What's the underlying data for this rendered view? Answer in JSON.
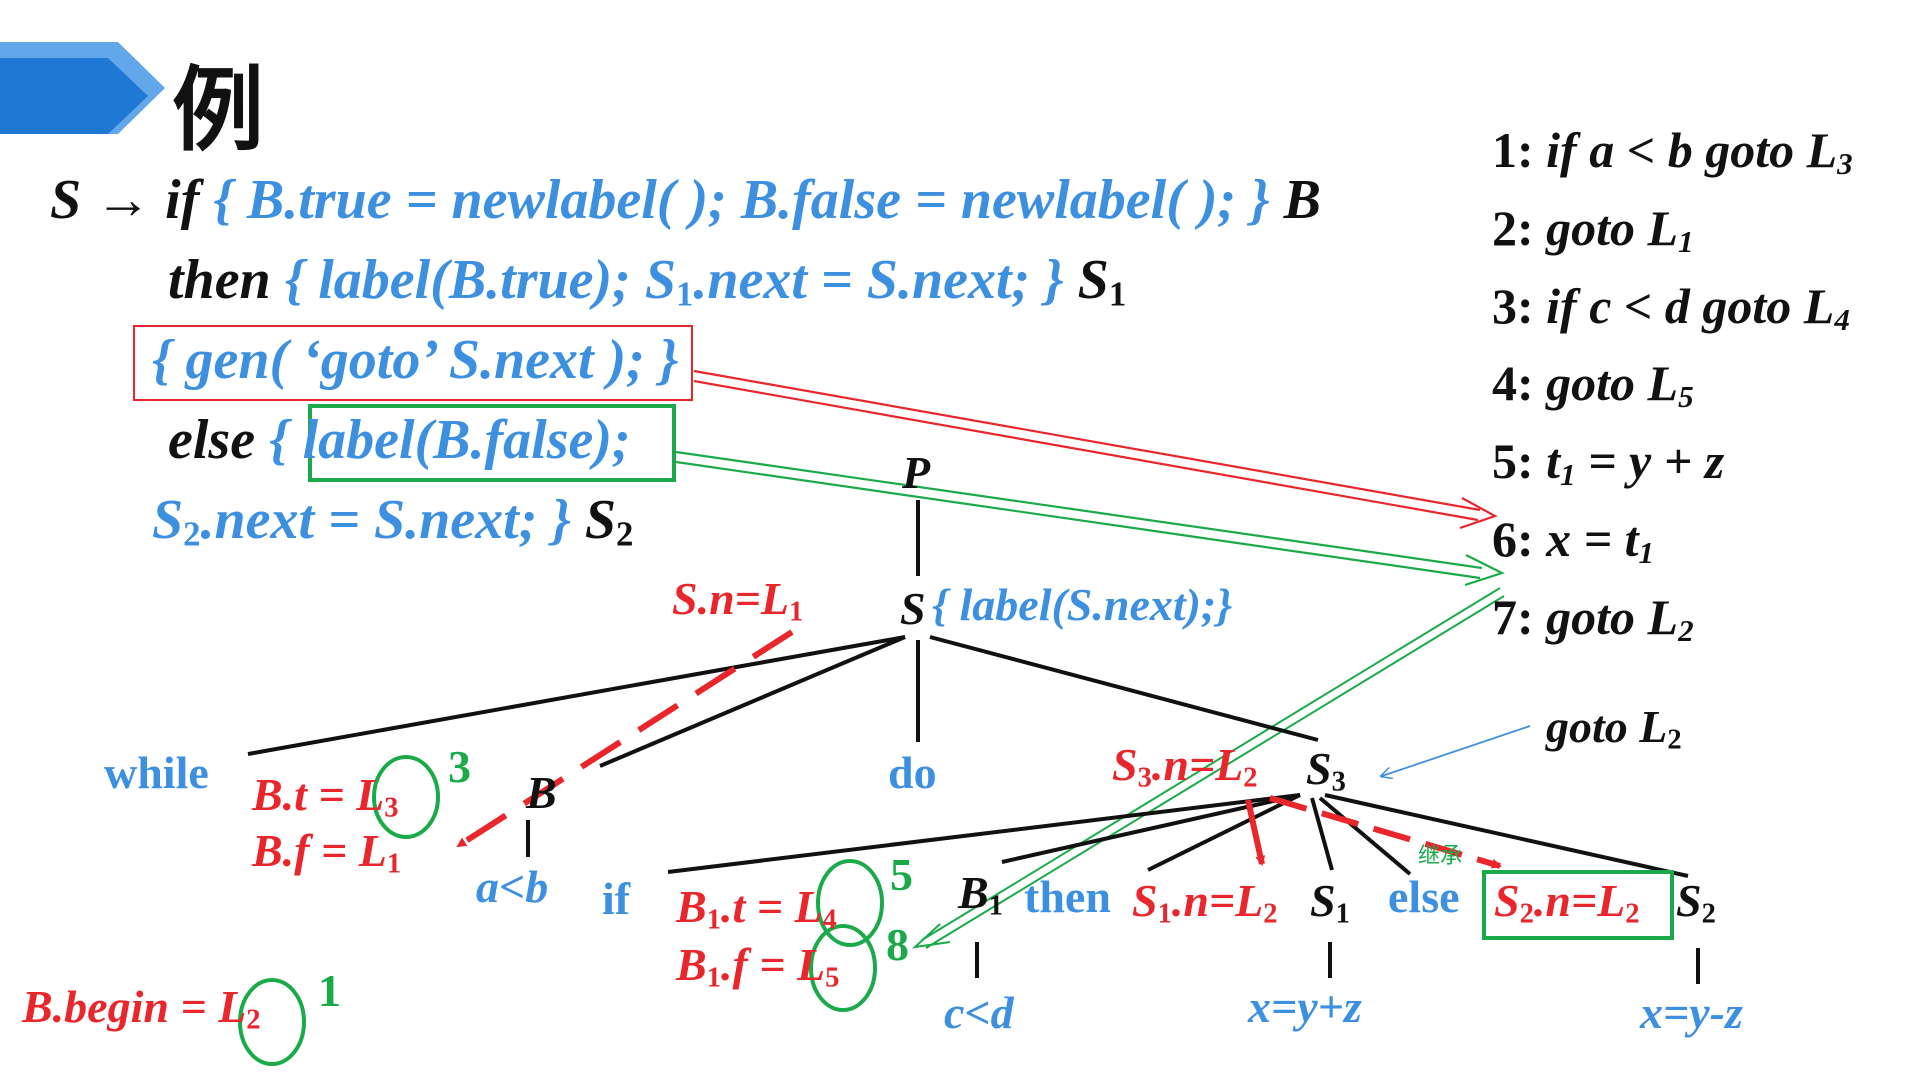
{
  "slide": {
    "title": "例",
    "header_colors": {
      "light": "#62a7ea",
      "dark": "#1e78d4"
    }
  },
  "production": {
    "l1": {
      "s": "S",
      "arrow": "→",
      "if_kw": "if",
      "action": "{ B.true = newlabel( ); B.false = newlabel( ); }",
      "b": "B"
    },
    "l2": {
      "then_kw": "then",
      "action_a": "{ label(B.true); S",
      "sub1": "1",
      "action_b": ".next = S.next; }",
      "s": "S",
      "sub2": "1"
    },
    "l3": {
      "boxed": "{ gen( ‘goto’ S.next ); }"
    },
    "l4": {
      "else_kw": "else",
      "brace": "{",
      "boxed": "label(B.false);"
    },
    "l5": {
      "s": "S",
      "sub": "2",
      "action": ".next = S.next; }",
      "end_s": "S",
      "end_sub": "2"
    }
  },
  "code": [
    {
      "num": "1:",
      "text": "if a < b  goto L",
      "sub": "3"
    },
    {
      "num": "2:",
      "text": "goto L",
      "sub": "1"
    },
    {
      "num": "3:",
      "text": "if c < d  goto L",
      "sub": "4"
    },
    {
      "num": "4:",
      "text": "goto L",
      "sub": "5"
    },
    {
      "num": "5:",
      "text_a": "t",
      "sub_a": "1",
      "text_b": " = y + z"
    },
    {
      "num": "6:",
      "text_a": "x = t",
      "sub_a": "1"
    },
    {
      "num": "7:",
      "text": "goto L",
      "sub": "2"
    }
  ],
  "tree": {
    "p": "P",
    "s": "S",
    "s_action": "{ label(S.next);}",
    "s_n": {
      "text": "S.n=L",
      "sub": "1"
    },
    "while": "while",
    "b": "B",
    "b_t": {
      "text": "B.t = L",
      "sub": "3"
    },
    "b_f": {
      "text": "B.f = L",
      "sub": "1"
    },
    "anno_3": "3",
    "a_lt_b": "a<b",
    "do": "do",
    "s3": {
      "text": "S",
      "sub": "3"
    },
    "s3_n": {
      "text_a": "S",
      "sub_a": "3",
      "text_b": ".n=L",
      "sub_b": "2"
    },
    "goto_l2": {
      "text": "goto L",
      "sub": "2"
    },
    "if": "if",
    "b1_t": {
      "text_a": "B",
      "sub_a": "1",
      "text_b": ".t = L",
      "sub_b": "4"
    },
    "b1_f": {
      "text_a": "B",
      "sub_a": "1",
      "text_b": ".f = L",
      "sub_b": "5"
    },
    "anno_5": "5",
    "anno_8": "8",
    "b1": {
      "text": "B",
      "sub": "1"
    },
    "then": "then",
    "s1_n": {
      "text_a": "S",
      "sub_a": "1",
      "text_b": ".n=L",
      "sub_b": "2"
    },
    "s1": {
      "text": "S",
      "sub": "1"
    },
    "else": "else",
    "inherit": "继承",
    "s2_n": {
      "text_a": "S",
      "sub_a": "2",
      "text_b": ".n=L",
      "sub_b": "2"
    },
    "s2": {
      "text": "S",
      "sub": "2"
    },
    "c_lt_d": "c<d",
    "x_yz_plus": "x=y+z",
    "x_yz_minus": "x=y-z",
    "b_begin": {
      "text_a": "B.begin = ",
      "text_b": "L",
      "sub_b": "2"
    },
    "anno_1": "1"
  },
  "colors": {
    "blue": "#3d8fdf",
    "red": "#e8262c",
    "green": "#1aaa4a",
    "black": "#111111"
  }
}
